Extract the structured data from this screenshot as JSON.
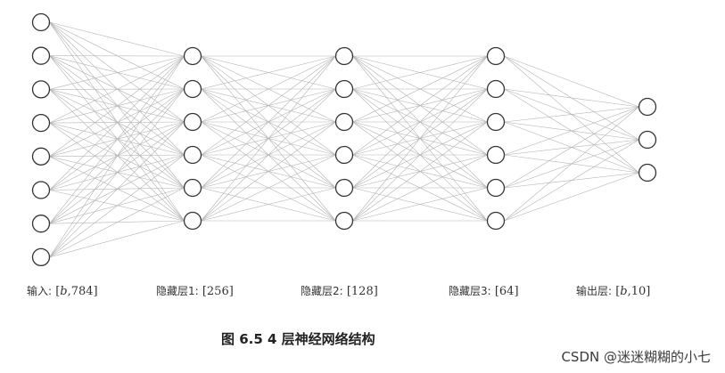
{
  "diagram": {
    "layers": [
      {
        "id": "input",
        "name": "输入:",
        "dims_prefix": "[",
        "dims_var": "b",
        "dims_suffix": ",784]",
        "nodes": 8
      },
      {
        "id": "hidden1",
        "name": "隐藏层1:",
        "dims_prefix": "[256]",
        "dims_var": "",
        "dims_suffix": "",
        "nodes": 6
      },
      {
        "id": "hidden2",
        "name": "隐藏层2:",
        "dims_prefix": "[128]",
        "dims_var": "",
        "dims_suffix": "",
        "nodes": 6
      },
      {
        "id": "hidden3",
        "name": "隐藏层3:",
        "dims_prefix": "[64]",
        "dims_var": "",
        "dims_suffix": "",
        "nodes": 6
      },
      {
        "id": "output",
        "name": "输出层:",
        "dims_prefix": "[",
        "dims_var": "b",
        "dims_suffix": ",10]",
        "nodes": 3
      }
    ],
    "caption": "图 6.5 4 层神经网络结构"
  },
  "watermark": "CSDN @迷迷糊糊的小七",
  "colors": {
    "edge": "#b4b4b4",
    "node_stroke": "#333333",
    "background": "#ffffff"
  }
}
